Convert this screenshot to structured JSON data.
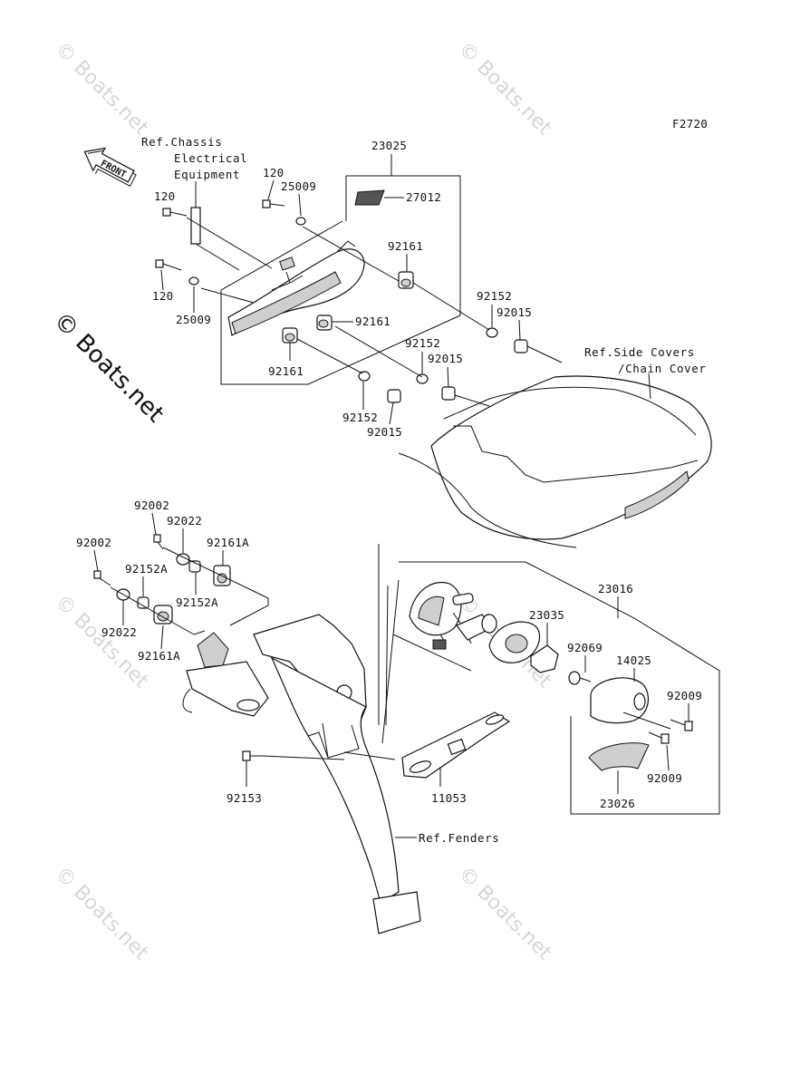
{
  "diagram_code": "F2720",
  "front_label": "FRONT",
  "watermark": "© Boats.net",
  "refs": {
    "chassis_line1": "Ref.Chassis",
    "chassis_line2": "Electrical",
    "chassis_line3": "Equipment",
    "side_covers_line1": "Ref.Side Covers",
    "side_covers_line2": "/Chain Cover",
    "fenders": "Ref.Fenders"
  },
  "part_labels": {
    "p23025": "23025",
    "p27012": "27012",
    "p120_a": "120",
    "p120_b": "120",
    "p120_c": "120",
    "p25009_a": "25009",
    "p25009_b": "25009",
    "p92161_a": "92161",
    "p92161_b": "92161",
    "p92161_c": "92161",
    "p92152_a": "92152",
    "p92152_b": "92152",
    "p92152_c": "92152",
    "p92015_a": "92015",
    "p92015_b": "92015",
    "p92015_c": "92015",
    "p92002_a": "92002",
    "p92002_b": "92002",
    "p92022_a": "92022",
    "p92022_b": "92022",
    "p92161A_a": "92161A",
    "p92161A_b": "92161A",
    "p92152A_a": "92152A",
    "p92152A_b": "92152A",
    "p23016": "23016",
    "p23035": "23035",
    "p92069": "92069",
    "p14025": "14025",
    "p92009_a": "92009",
    "p92009_b": "92009",
    "p23026": "23026",
    "p92153": "92153",
    "p11053": "11053"
  }
}
